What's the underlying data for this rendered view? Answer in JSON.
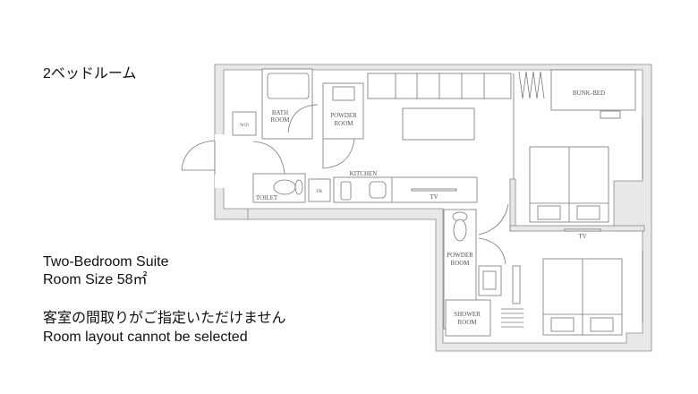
{
  "heading_ja": "2ベッドルーム",
  "room_type": "Two-Bedroom Suite",
  "room_size_label": "Room Size 58㎡",
  "notice_ja": "客室の間取りがご指定いただけません",
  "notice_en": "Room layout cannot be selected",
  "plan_labels": {
    "wd": "W/D",
    "bath1": "BATH",
    "bath2": "ROOM",
    "powder1": "POWDER",
    "powder2": "ROOM",
    "kitchen": "KITCHEN",
    "toilet": "TOILET",
    "fr": "FR",
    "tv_kitchen": "TV",
    "bunk_bed": "BUNK-BED",
    "tv_bedroom": "TV",
    "powder_lower1": "POWDER",
    "powder_lower2": "ROOM",
    "shower1": "SHOWER",
    "shower2": "ROOM"
  }
}
